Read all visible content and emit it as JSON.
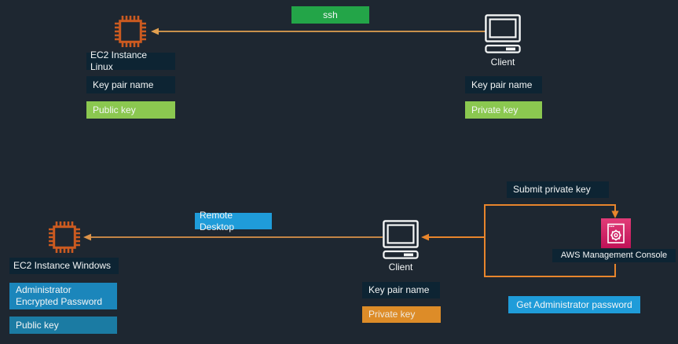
{
  "colors": {
    "background": "#1e2731",
    "badge_dark": "#0d2433",
    "key_green": "#8bc850",
    "ssh_green": "#23a548",
    "blue_bright": "#1f9cd9",
    "blue_medium": "#1b86bb",
    "blue_teal": "#1b7ba3",
    "key_orange": "#dd8c28",
    "arrow_tan": "#e2a050",
    "arrow_orange": "#e8852c",
    "ec2_icon_orange": "#cb5a20",
    "console_pink": "#d6246d"
  },
  "ssh_flow": {
    "connection_label": "ssh",
    "instance": {
      "name": "EC2 Instance Linux",
      "key_pair_label": "Key pair name",
      "key_badge": "Public key"
    },
    "client": {
      "name": "Client",
      "key_pair_label": "Key pair name",
      "key_badge": "Private key"
    }
  },
  "rdp_flow": {
    "connection_label": "Remote Desktop",
    "instance": {
      "name": "EC2 Instance Windows",
      "password_badge": "Administrator Encrypted Password",
      "key_badge": "Public key"
    },
    "client": {
      "name": "Client",
      "key_pair_label": "Key pair name",
      "key_badge": "Private key"
    },
    "console": {
      "name": "AWS Management Console",
      "submit_label": "Submit private key",
      "get_label": "Get Administrator password"
    }
  },
  "icons": {
    "ec2_instance": "ec2-chip-icon",
    "client": "client-computer-icon",
    "console": "aws-management-console-icon"
  }
}
